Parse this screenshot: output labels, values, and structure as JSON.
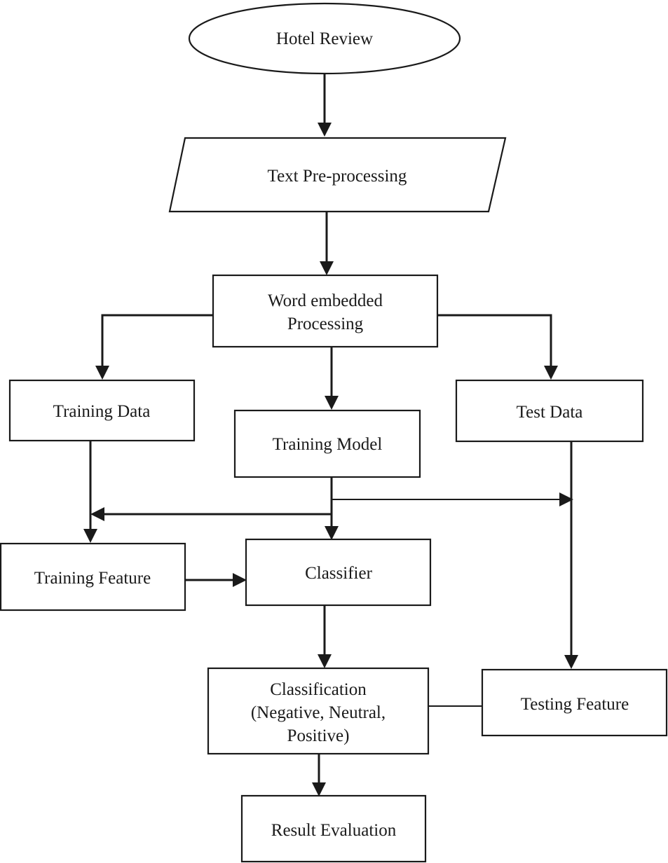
{
  "nodes": {
    "hotel_review": "Hotel Review",
    "text_preprocessing": "Text Pre-processing",
    "word_embedded": [
      "Word embedded",
      "Processing"
    ],
    "training_data": "Training Data",
    "training_model": "Training Model",
    "test_data": "Test Data",
    "training_feature": "Training Feature",
    "classifier": "Classifier",
    "classification": [
      "Classification",
      "(Negative, Neutral,",
      "Positive)"
    ],
    "testing_feature": "Testing Feature",
    "result_evaluation": "Result Evaluation"
  }
}
